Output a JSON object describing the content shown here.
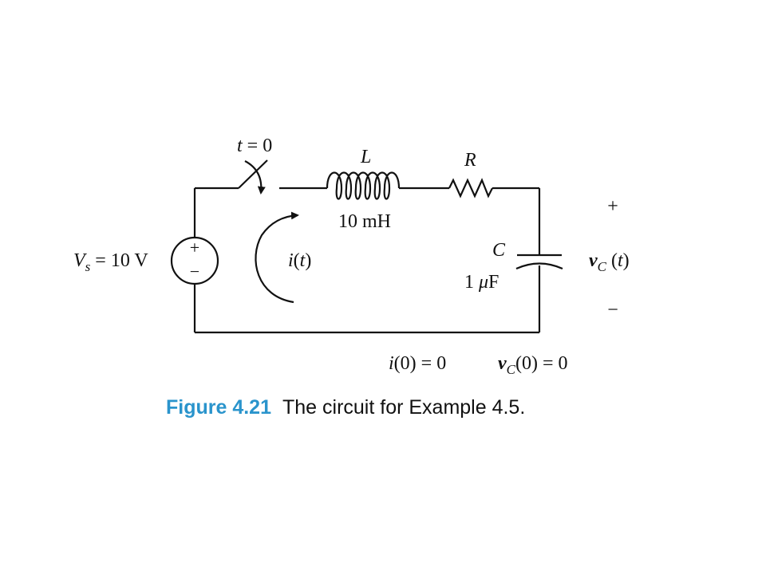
{
  "circuit": {
    "switch_label": {
      "var": "t",
      "rest": " = 0"
    },
    "inductor": {
      "symbol": "L",
      "value": "10 mH"
    },
    "resistor": {
      "symbol": "R"
    },
    "capacitor": {
      "symbol": "C",
      "value_num": "1 ",
      "value_mu": "μ",
      "value_unit": "F"
    },
    "source": {
      "var": "V",
      "sub": "s",
      "rest": " = 10 V",
      "plus": "+",
      "minus": "−"
    },
    "current": {
      "var": "i",
      "open": "(",
      "t": "t",
      "close": ")"
    },
    "cap_voltage": {
      "var": "v",
      "sub": "C",
      "open": " (",
      "t": "t",
      "close": ")",
      "plus": "+",
      "minus": "−"
    },
    "initial_current": {
      "var": "i",
      "rest": "(0) = 0"
    },
    "initial_voltage": {
      "var": "v",
      "sub": "C",
      "rest": "(0) = 0"
    }
  },
  "caption": {
    "figure": "Figure 4.21",
    "text": "The circuit for Example 4.5."
  },
  "colors": {
    "caption_accent": "#2a94cc",
    "ink": "#111111"
  }
}
